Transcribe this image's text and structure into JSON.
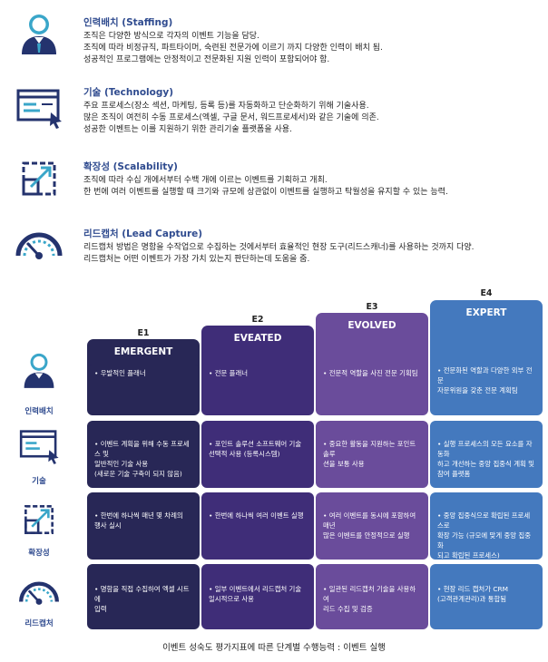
{
  "sections": [
    {
      "icon": "staff-person-icon",
      "title": "인력배치 (Staffing)",
      "lines": [
        "조직은 다양한 방식으로 각자의 이벤트 기능을 담당.",
        "조직에 따라 비정규직, 파트타이머, 숙련된 전문가에 이르기 까지 다양한 인력이 배치 됨.",
        "성공적인 프로그램에는 안정적이고 전문화된 지원 인력이 포함되어야 함."
      ]
    },
    {
      "icon": "browser-window-icon",
      "title": "기술 (Technology)",
      "lines": [
        "주요 프로세스(장소 섹션, 마케팅, 등록 등)를 자동화하고 단순화하기 위해 기술사용.",
        "많은 조직이 여전히 수동 프로세스(엑셀, 구글 문서, 워드프로세서)와 같은 기술에 의존.",
        "성공한 이벤트는 이를 지원하기 위한 관리기술 플랫폼을 사용."
      ]
    },
    {
      "icon": "scale-arrow-icon",
      "title": "확장성 (Scalability)",
      "lines": [
        "조직에 따라 수십 개에서부터 수백 개에 이르는 이벤트를 기획하고 개최.",
        "한 번에 여러 이벤트를 실행할 때 크기와 규모에 상관없이 이벤트를 실행하고 탁월성을 유지할 수 있는 능력."
      ]
    },
    {
      "icon": "gauge-icon",
      "title": "리드캡처 (Lead Capture)",
      "lines": [
        "리드캡처 방법은 명함을 수작업으로 수집하는 것에서부터 효율적인 현장 도구(리드스캐너)를 사용하는 것까지 다양.",
        "리드캡처는 어떤 이벤트가 가장 가치 있는지 판단하는데 도움을 줌."
      ]
    }
  ],
  "stages": [
    {
      "code": "E1",
      "name": "EMERGENT"
    },
    {
      "code": "E2",
      "name": "EVEATED"
    },
    {
      "code": "E3",
      "name": "EVOLVED"
    },
    {
      "code": "E4",
      "name": "EXPERT"
    }
  ],
  "rows": [
    {
      "label": "인력배치",
      "icon": "staff-person-icon",
      "cells": [
        [
          "• 우발적인 플래너"
        ],
        [
          "• 전문 플래너"
        ],
        [
          "• 전문적 역할을 사진 전문 기획팀"
        ],
        [
          "• 전문화된 역할과 다양한 외부 전문",
          "자문위원을 갖춘 전문 계획팀"
        ]
      ]
    },
    {
      "label": "기술",
      "icon": "browser-window-icon",
      "cells": [
        [
          "• 이벤트 계획을 위해 수동 프로세스 및",
          "일반적인 기술 사용",
          "(새로운 기술 구축이 되지 않음)"
        ],
        [
          "• 포인트 솔루션 소프트웨어 기술",
          "선택적 사용 (등록시스템)"
        ],
        [
          "• 중요한 활동을 지원하는 포인트 솔루",
          "션을 보통 사용"
        ],
        [
          "• 실행 프로세스의 모든 요소를 자동화",
          "하고 개선하는 중앙 집중식 계획 및",
          "참여 플랫폼"
        ]
      ]
    },
    {
      "label": "확장성",
      "icon": "scale-arrow-icon",
      "cells": [
        [
          "• 한번에 하나씩 매년 몇 차례의",
          "행사 실시"
        ],
        [
          "• 한번에 하나씩 여러 이벤트 실행"
        ],
        [
          "• 여러 이벤트를 동시에 포함하여 매년",
          "많은 이벤트를 안정적으로 실행"
        ],
        [
          "• 중앙 집중식으로 확립된 프로세스로",
          "확장 가능 (규모에 맞게 중앙 집중화",
          "되고 확립된 프로세스)"
        ]
      ]
    },
    {
      "label": "리드캡처",
      "icon": "gauge-icon",
      "cells": [
        [
          "• 명함을 직접 수집하여 엑셀 시트에",
          "입력"
        ],
        [
          "• 일부 이벤트에서 리드캡처 기술",
          "일시적으로 사용"
        ],
        [
          "• 일관된 리드캡처 기술을 사용하여",
          "리드 수집 및 검증"
        ],
        [
          "• 현장 리드 캡처가 CRM",
          "(고객관계관리)과 통합됨"
        ]
      ]
    }
  ],
  "caption": "이벤트 성숙도 평가지표에 따른 단계별 수행능력 : 이벤트 실행",
  "colors": {
    "title_blue": "#2f4b8f",
    "icon_navy": "#24336e",
    "icon_teal": "#3aa6c9",
    "e1": "#282756",
    "e2": "#3f2d78",
    "e3": "#6a4c9b",
    "e4": "#4479be"
  }
}
